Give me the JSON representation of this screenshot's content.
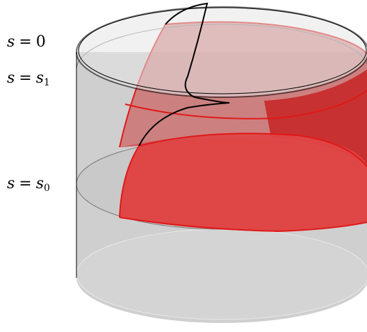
{
  "labels": {
    "top": {
      "var": "s",
      "eq": "=",
      "value": "0"
    },
    "s1": {
      "var": "s",
      "eq": "=",
      "value": "s",
      "sub": "1"
    },
    "s0": {
      "var": "s",
      "eq": "=",
      "value": "s",
      "sub": "0"
    }
  },
  "colors": {
    "cylinder_fill": "#cfcfcf",
    "top_disc_fill": "#e6e6e6",
    "red_surface": "#e02020",
    "red_stroke": "#e01818",
    "outline": "#000000",
    "thin_line": "#777777"
  }
}
